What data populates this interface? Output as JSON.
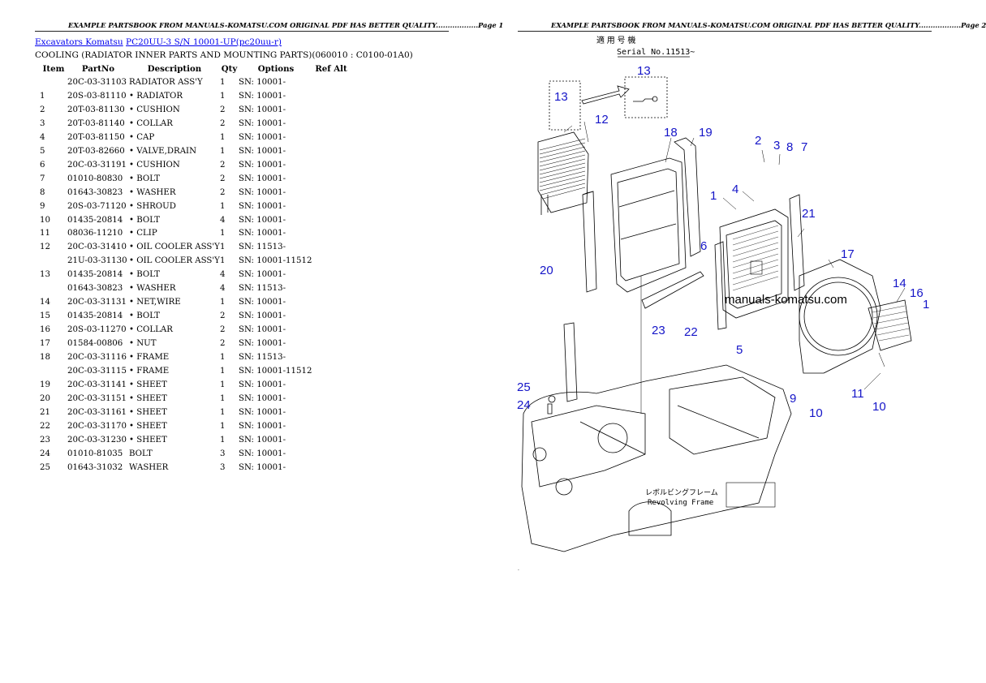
{
  "page1": {
    "header": "EXAMPLE PARTSBOOK FROM MANUALS-KOMATSU.COM ORIGINAL PDF HAS BETTER QUALITY..................Page 1",
    "breadcrumb": {
      "link1": "Excavators Komatsu",
      "link2": "PC20UU-3 S/N 10001-UP(pc20uu-r)"
    },
    "section_title": "COOLING (RADIATOR INNER PARTS AND MOUNTING PARTS)(060010 : C0100-01A0)",
    "columns": [
      "Item",
      "PartNo",
      "Description",
      "Qty",
      "Options",
      "Ref Alt"
    ],
    "rows": [
      {
        "item": "",
        "part": "20C-03-31103",
        "desc": "RADIATOR ASS'Y",
        "qty": "1",
        "opt": "SN: 10001-",
        "ref": ""
      },
      {
        "item": "1",
        "part": "20S-03-81110",
        "desc": "• RADIATOR",
        "qty": "1",
        "opt": "SN: 10001-",
        "ref": ""
      },
      {
        "item": "2",
        "part": "20T-03-81130",
        "desc": "• CUSHION",
        "qty": "2",
        "opt": "SN: 10001-",
        "ref": ""
      },
      {
        "item": "3",
        "part": "20T-03-81140",
        "desc": "• COLLAR",
        "qty": "2",
        "opt": "SN: 10001-",
        "ref": ""
      },
      {
        "item": "4",
        "part": "20T-03-81150",
        "desc": "• CAP",
        "qty": "1",
        "opt": "SN: 10001-",
        "ref": ""
      },
      {
        "item": "5",
        "part": "20T-03-82660",
        "desc": "• VALVE,DRAIN",
        "qty": "1",
        "opt": "SN: 10001-",
        "ref": ""
      },
      {
        "item": "6",
        "part": "20C-03-31191",
        "desc": "• CUSHION",
        "qty": "2",
        "opt": "SN: 10001-",
        "ref": ""
      },
      {
        "item": "7",
        "part": "01010-80830",
        "desc": "• BOLT",
        "qty": "2",
        "opt": "SN: 10001-",
        "ref": ""
      },
      {
        "item": "8",
        "part": "01643-30823",
        "desc": "• WASHER",
        "qty": "2",
        "opt": "SN: 10001-",
        "ref": ""
      },
      {
        "item": "9",
        "part": "20S-03-71120",
        "desc": "• SHROUD",
        "qty": "1",
        "opt": "SN: 10001-",
        "ref": ""
      },
      {
        "item": "10",
        "part": "01435-20814",
        "desc": "• BOLT",
        "qty": "4",
        "opt": "SN: 10001-",
        "ref": ""
      },
      {
        "item": "11",
        "part": "08036-11210",
        "desc": "• CLIP",
        "qty": "1",
        "opt": "SN: 10001-",
        "ref": ""
      },
      {
        "item": "12",
        "part": "20C-03-31410",
        "desc": "• OIL COOLER ASS'Y",
        "qty": "1",
        "opt": "SN: 11513-",
        "ref": ""
      },
      {
        "item": "",
        "part": "21U-03-31130",
        "desc": "• OIL COOLER ASS'Y",
        "qty": "1",
        "opt": "SN: 10001-11512",
        "ref": ""
      },
      {
        "item": "13",
        "part": "01435-20814",
        "desc": "• BOLT",
        "qty": "4",
        "opt": "SN: 10001-",
        "ref": ""
      },
      {
        "item": "",
        "part": "01643-30823",
        "desc": "• WASHER",
        "qty": "4",
        "opt": "SN: 11513-",
        "ref": ""
      },
      {
        "item": "14",
        "part": "20C-03-31131",
        "desc": "• NET,WIRE",
        "qty": "1",
        "opt": "SN: 10001-",
        "ref": ""
      },
      {
        "item": "15",
        "part": "01435-20814",
        "desc": "• BOLT",
        "qty": "2",
        "opt": "SN: 10001-",
        "ref": ""
      },
      {
        "item": "16",
        "part": "20S-03-11270",
        "desc": "• COLLAR",
        "qty": "2",
        "opt": "SN: 10001-",
        "ref": ""
      },
      {
        "item": "17",
        "part": "01584-00806",
        "desc": "• NUT",
        "qty": "2",
        "opt": "SN: 10001-",
        "ref": ""
      },
      {
        "item": "18",
        "part": "20C-03-31116",
        "desc": "• FRAME",
        "qty": "1",
        "opt": "SN: 11513-",
        "ref": ""
      },
      {
        "item": "",
        "part": "20C-03-31115",
        "desc": "• FRAME",
        "qty": "1",
        "opt": "SN: 10001-11512",
        "ref": ""
      },
      {
        "item": "19",
        "part": "20C-03-31141",
        "desc": "• SHEET",
        "qty": "1",
        "opt": "SN: 10001-",
        "ref": ""
      },
      {
        "item": "20",
        "part": "20C-03-31151",
        "desc": "• SHEET",
        "qty": "1",
        "opt": "SN: 10001-",
        "ref": ""
      },
      {
        "item": "21",
        "part": "20C-03-31161",
        "desc": "• SHEET",
        "qty": "1",
        "opt": "SN: 10001-",
        "ref": ""
      },
      {
        "item": "22",
        "part": "20C-03-31170",
        "desc": "• SHEET",
        "qty": "1",
        "opt": "SN: 10001-",
        "ref": ""
      },
      {
        "item": "23",
        "part": "20C-03-31230",
        "desc": "• SHEET",
        "qty": "1",
        "opt": "SN: 10001-",
        "ref": ""
      },
      {
        "item": "24",
        "part": "01010-81035",
        "desc": "BOLT",
        "qty": "3",
        "opt": "SN: 10001-",
        "ref": ""
      },
      {
        "item": "25",
        "part": "01643-31032",
        "desc": "WASHER",
        "qty": "3",
        "opt": "SN: 10001-",
        "ref": ""
      }
    ]
  },
  "page2": {
    "header": "EXAMPLE PARTSBOOK FROM MANUALS-KOMATSU.COM ORIGINAL PDF HAS BETTER QUALITY..................Page 2",
    "diagram": {
      "jp_label": "適 用 号 機",
      "serial_label": "Serial No.11513~",
      "watermark": "manuals-komatsu.com",
      "frame_jp": "レボルビングフレーム",
      "frame_en": "Revolving Frame",
      "callout_color": "#1515c8",
      "callouts": [
        "13",
        "12",
        "13",
        "18",
        "19",
        "2",
        "3",
        "8",
        "7",
        "1",
        "4",
        "21",
        "20",
        "6",
        "17",
        "14",
        "16",
        "1",
        "22",
        "23",
        "5",
        "9",
        "11",
        "10",
        "10",
        "25",
        "24"
      ]
    }
  }
}
